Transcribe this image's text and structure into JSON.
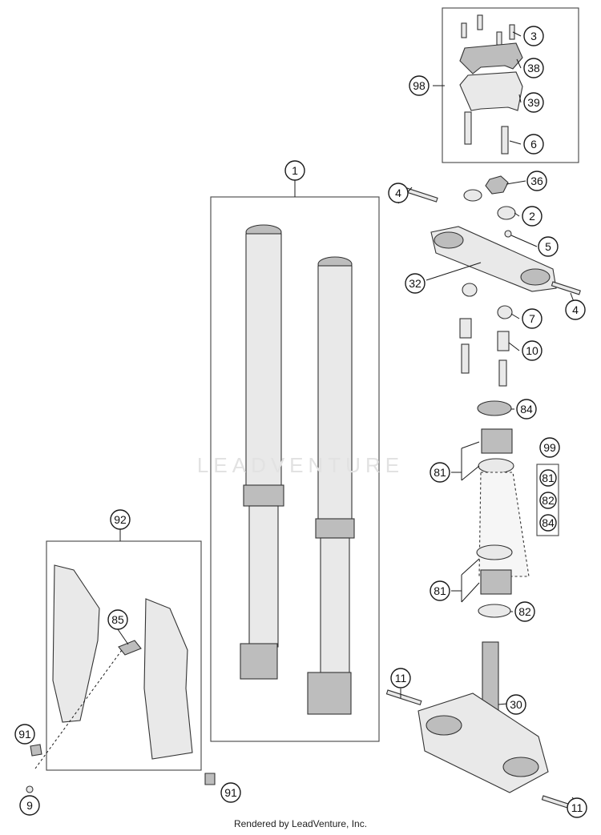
{
  "watermark": "LEADVENTURE",
  "footer": "Rendered by LeadVenture, Inc.",
  "callouts": {
    "c1": "1",
    "c3": "3",
    "c38": "38",
    "c39": "39",
    "c6": "6",
    "c98": "98",
    "c36": "36",
    "c4a": "4",
    "c2": "2",
    "c5": "5",
    "c32": "32",
    "c4b": "4",
    "c7": "7",
    "c10": "10",
    "c84": "84",
    "c99": "99",
    "c81a": "81",
    "c81b": "81",
    "c82": "82",
    "c92": "92",
    "c85": "85",
    "c11a": "11",
    "c30": "30",
    "c91a": "91",
    "c91b": "91",
    "c9": "9",
    "c11b": "11"
  },
  "kit99": {
    "items": [
      "81",
      "82",
      "84"
    ]
  }
}
